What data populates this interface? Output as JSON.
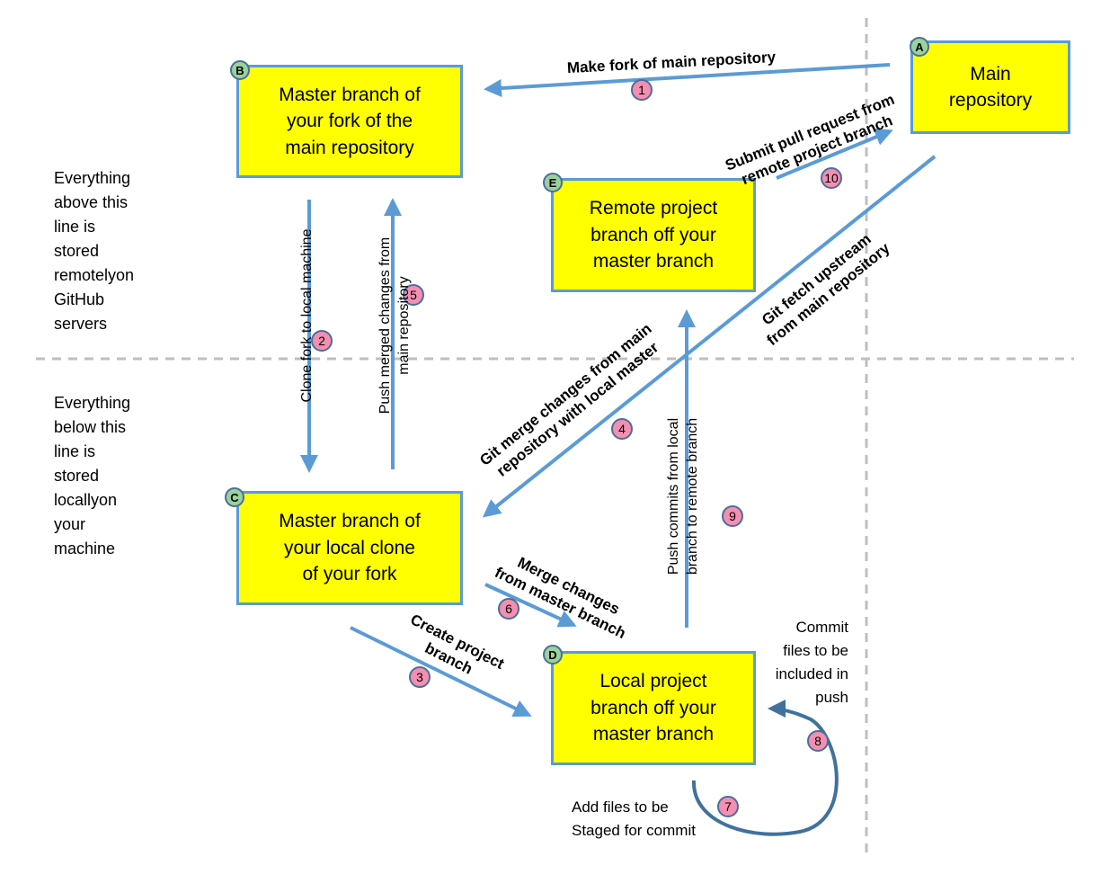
{
  "nodes": {
    "A": {
      "badge": "A",
      "label": "Main\nrepository"
    },
    "B": {
      "badge": "B",
      "label": "Master branch of\nyour fork of the\nmain repository"
    },
    "C": {
      "badge": "C",
      "label": "Master branch of\nyour local clone\nof your fork"
    },
    "D": {
      "badge": "D",
      "label": "Local project\nbranch off your\nmaster branch"
    },
    "E": {
      "badge": "E",
      "label": "Remote  project\nbranch off your\nmaster branch"
    }
  },
  "steps": {
    "s1": {
      "num": "1",
      "label": "Make fork of main repository"
    },
    "s2": {
      "num": "2",
      "label": "Clone fork to local machine"
    },
    "s3": {
      "num": "3",
      "label": "Create project\nbranch"
    },
    "s4": {
      "num": "4",
      "label": "Git merge changes from main\nrepository with local master"
    },
    "s5": {
      "num": "5",
      "label": "Push merged changes from\nmain repository"
    },
    "s6": {
      "num": "6",
      "label": "Merge changes\nfrom master branch"
    },
    "s7": {
      "num": "7",
      "label": "Add files to be\nStaged for commit"
    },
    "s8": {
      "num": "8",
      "label": "Commit\nfiles to be\nincluded in\npush"
    },
    "s9": {
      "num": "9",
      "label": "Push commits from local\nbranch to remote branch"
    },
    "s10": {
      "num": "10",
      "label": "Submit pull request from\nremote project branch"
    },
    "s11": {
      "label": "Git fetch upstream\nfrom main repository"
    }
  },
  "regions": {
    "above": "Everything\nabove this\nline is\nstored\nremotelyon\nGitHub\nservers",
    "below": "Everything\nbelow this\nline is\nstored\nlocallyon\nyour\nmachine"
  },
  "colors": {
    "box_fill": "#ffff00",
    "box_border": "#5b9bd5",
    "arrow": "#5b9bd5",
    "curve": "#41719c",
    "badge_fill": "#9bd19b",
    "step_fill": "#f48fb1",
    "divider": "#bfbfbf"
  }
}
